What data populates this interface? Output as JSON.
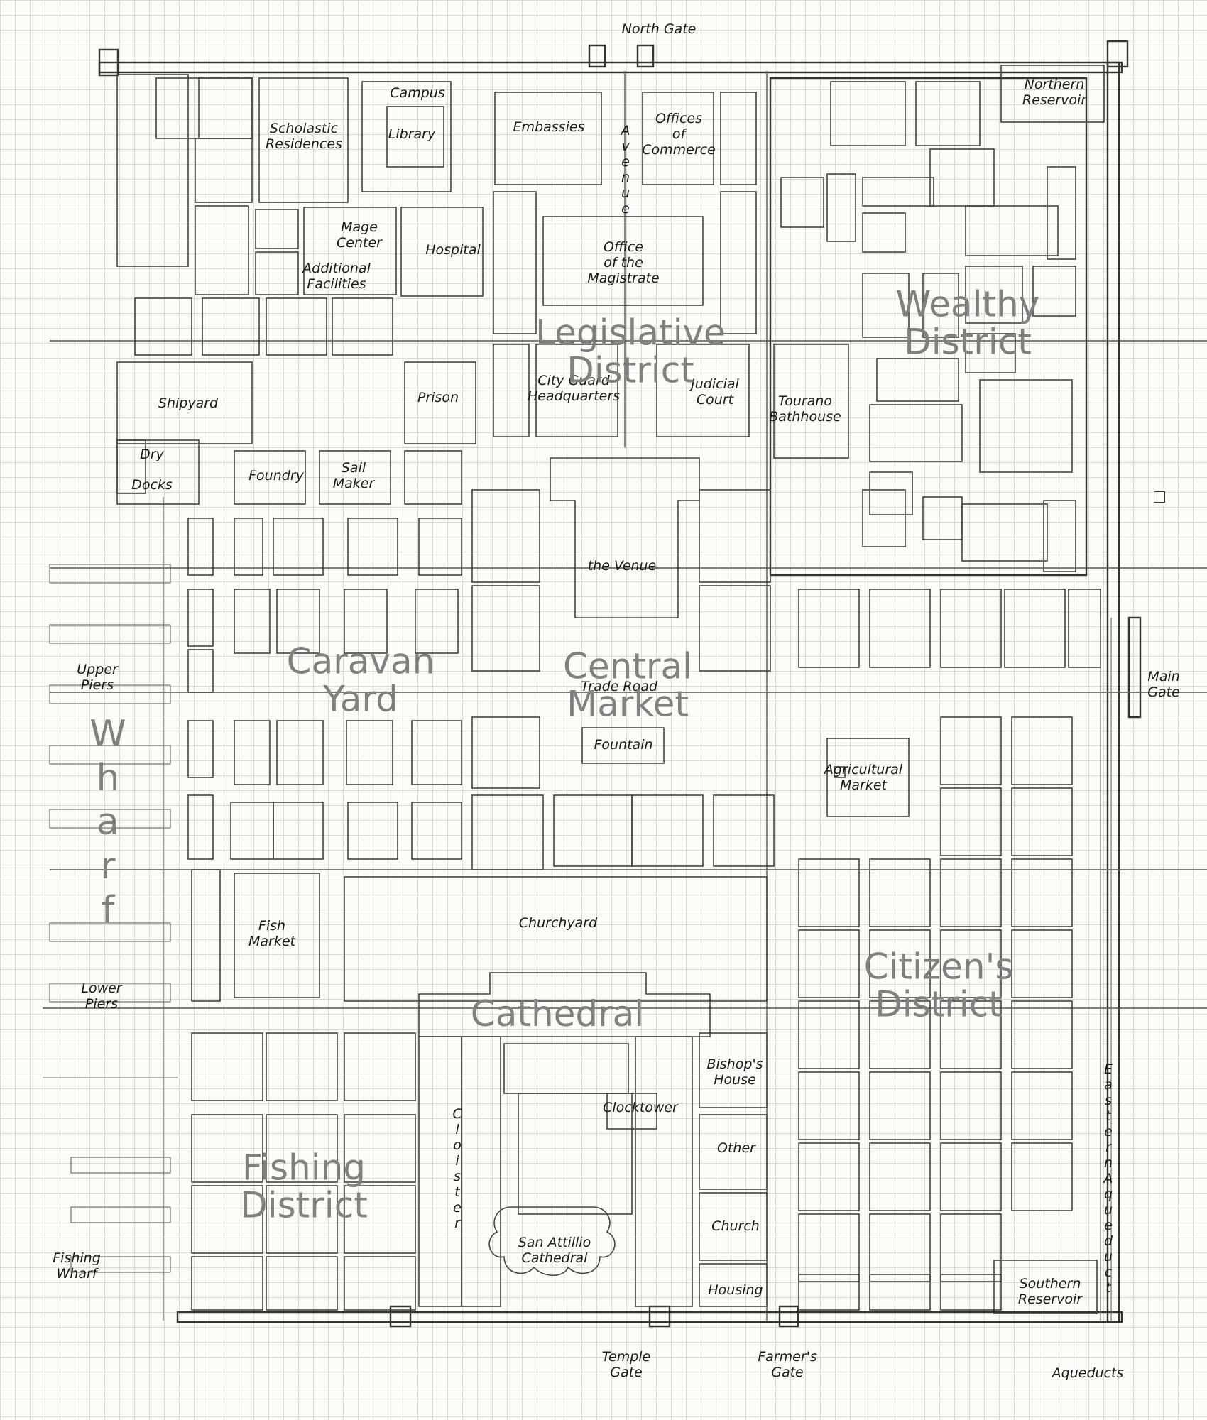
{
  "labels": {
    "north_gate": "North Gate",
    "campus": "Campus",
    "library": "Library",
    "scholastic_residences": "Scholastic\nResidences",
    "embassies": "Embassies",
    "offices_of_commerce": "Offices\nof\nCommerce",
    "northern_reservoir": "Northern\nReservoir",
    "mage_center": "Mage\nCenter",
    "additional_facilities": "Additional\nFacilities",
    "hospital": "Hospital",
    "office_of_the_magistrate": "Office\nof the\nMagistrate",
    "shipyard": "Shipyard",
    "prison": "Prison",
    "city_guard_hq": "City Guard\nHeadquarters",
    "judicial_court": "Judicial\nCourt",
    "tourano_bathhouse": "Tourano\nBathhouse",
    "dry": "Dry",
    "docks": "Docks",
    "foundry": "Foundry",
    "sail_maker": "Sail\nMaker",
    "the_venue": "the Venue",
    "upper_piers": "Upper\nPiers",
    "main_gate": "Main\nGate",
    "trade_road": "Trade Road",
    "fountain": "Fountain",
    "agricultural_market": "Agricultural\nMarket",
    "fish_market": "Fish\nMarket",
    "churchyard": "Churchyard",
    "lower_piers": "Lower\nPiers",
    "bishops_house": "Bishop's\nHouse",
    "clocktower": "Clocktower",
    "other": "Other",
    "church": "Church",
    "san_attillio_cathedral": "San Attillio\nCathedral",
    "housing": "Housing",
    "fishing_wharf": "Fishing\nWharf",
    "southern_reservoir": "Southern\nReservoir",
    "temple_gate": "Temple\nGate",
    "farmers_gate": "Farmer's\nGate",
    "aqueducts": "Aqueducts"
  },
  "vertical_labels": {
    "avenue": [
      "A",
      "v",
      "e",
      "n",
      "u",
      "e"
    ],
    "cloister": [
      "C",
      "l",
      "o",
      "i",
      "s",
      "t",
      "e",
      "r"
    ],
    "eastern_aqueduct": [
      "E",
      "a",
      "s",
      "t",
      "e",
      "r",
      "n",
      " ",
      "A",
      "q",
      "u",
      "e",
      "d",
      "u",
      "c",
      "t"
    ],
    "wharf": [
      "W",
      "h",
      "a",
      "r",
      "f"
    ]
  },
  "districts": {
    "legislative": "Legislative\nDistrict",
    "wealthy": "Wealthy\nDistrict",
    "caravan_yard": "Caravan\nYard",
    "central_market": "Central\nMarket",
    "citizens": "Citizen's\nDistrict",
    "cathedral": "Cathedral",
    "fishing": "Fishing\nDistrict"
  },
  "colors": {
    "ink": "#333333",
    "district_label": "#808080",
    "grid": "#d9d9d4",
    "paper": "#fbfbf9"
  }
}
